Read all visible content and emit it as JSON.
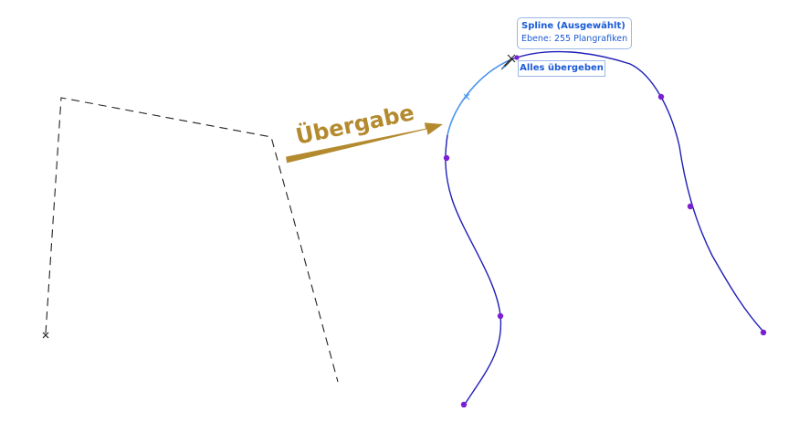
{
  "annotation": {
    "label": "Übergabe",
    "color": "#b38a2e"
  },
  "tooltip": {
    "title": "Spline (Ausgewählt)",
    "layer": "Ebene: 255 Plangrafiken"
  },
  "action": {
    "label": "Alles übergeben"
  },
  "colors": {
    "spline": "#1f1fb8",
    "spline_highlight": "#4a9df0",
    "control_point": "#7a1fd1",
    "polyline": "#222222",
    "tooltip_text": "#1a5ad6",
    "tooltip_border": "#9bb8e6"
  }
}
